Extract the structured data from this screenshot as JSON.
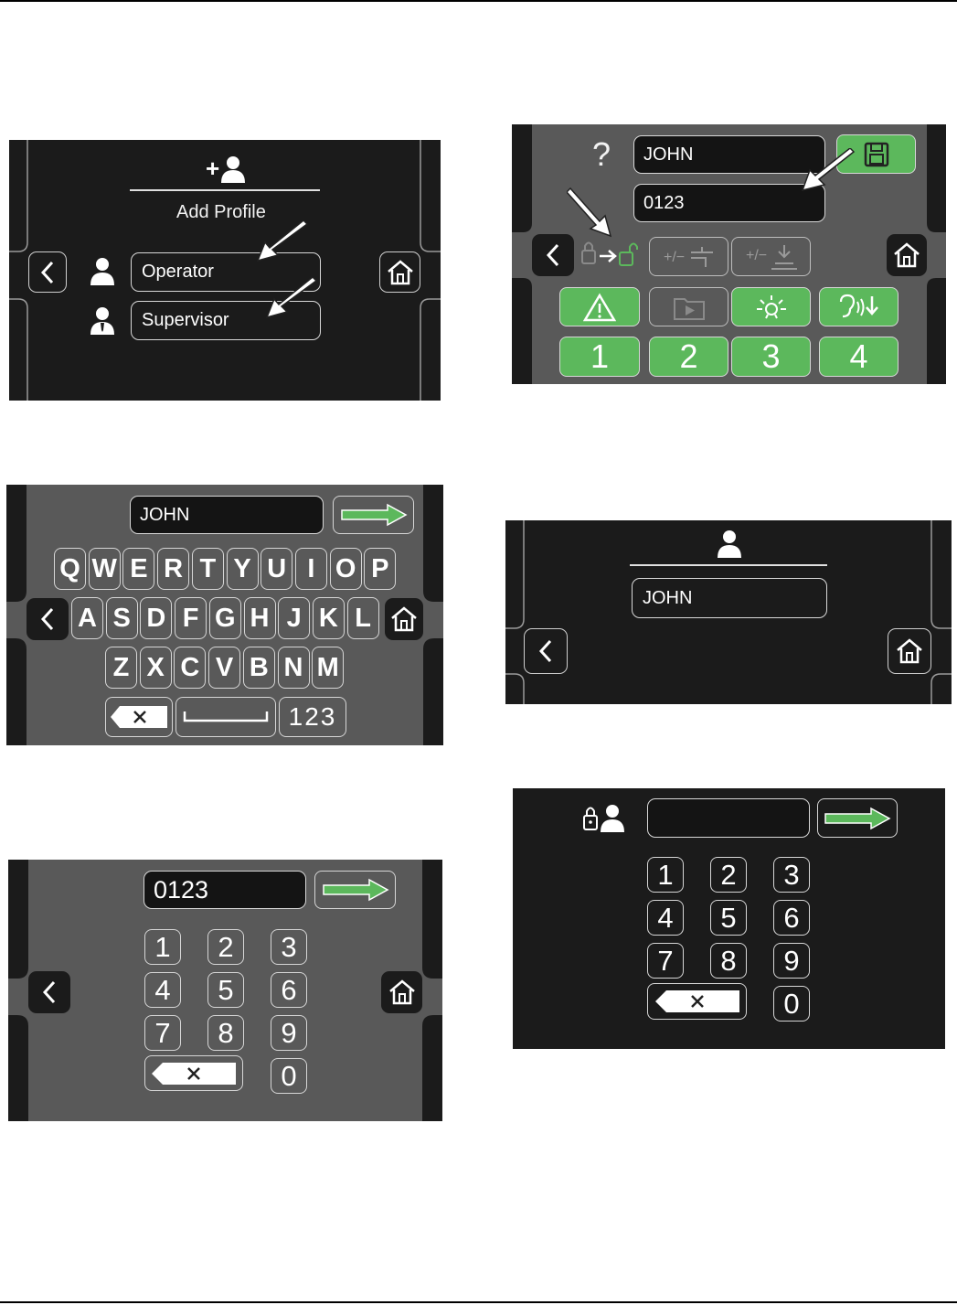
{
  "add_profile": {
    "title": "Add Profile",
    "operator_label": "Operator",
    "supervisor_label": "Supervisor",
    "icons": [
      "add-user-icon",
      "operator-icon",
      "supervisor-icon",
      "back-icon",
      "home-icon"
    ]
  },
  "keyboard": {
    "name_value": "JOHN",
    "row1": [
      "Q",
      "W",
      "E",
      "R",
      "T",
      "Y",
      "U",
      "I",
      "O",
      "P"
    ],
    "row2": [
      "A",
      "S",
      "D",
      "F",
      "G",
      "H",
      "J",
      "K",
      "L"
    ],
    "row3": [
      "Z",
      "X",
      "C",
      "V",
      "B",
      "N",
      "M"
    ],
    "mode_label": "123"
  },
  "pin_entry": {
    "value": "0123",
    "keys": [
      "1",
      "2",
      "3",
      "4",
      "5",
      "6",
      "7",
      "8",
      "9",
      "0"
    ]
  },
  "profile_edit": {
    "question": "?",
    "name_value": "JOHN",
    "pin_value": "0123",
    "level_buttons": [
      "1",
      "2",
      "3",
      "4"
    ]
  },
  "profile_view": {
    "name_value": "JOHN"
  },
  "login": {
    "value": "",
    "keys": [
      "1",
      "2",
      "3",
      "4",
      "5",
      "6",
      "7",
      "8",
      "9",
      "0"
    ]
  },
  "colors": {
    "screen_bg": "#1b1b1b",
    "panel_bg": "#5a5a5a",
    "accent_green": "#5cb85c",
    "line": "#d0d0d0"
  }
}
